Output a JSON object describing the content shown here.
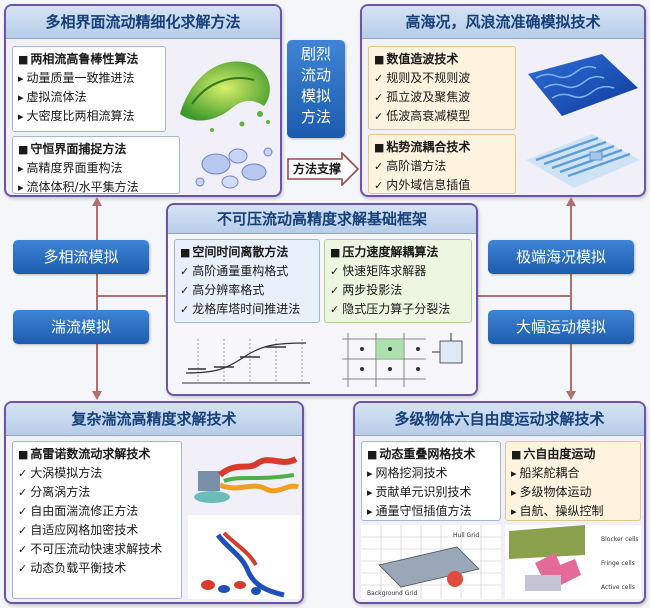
{
  "colors": {
    "panel_border": "#6d54a8",
    "title_text": "#15407a",
    "pill_blue": "#1c5cae",
    "connector": "#b07070"
  },
  "top_left": {
    "title": "多相界面流动精细化求解方法",
    "box1": {
      "heading": "两相流高鲁棒性算法",
      "items": [
        "动量质量一致推进法",
        "虚拟流体法",
        "大密度比两相流算法"
      ]
    },
    "box2": {
      "heading": "守恒界面捕捉方法",
      "items": [
        "高精度界面重构法",
        "流体体积/水平集方法"
      ]
    }
  },
  "top_right": {
    "title": "高海况，风浪流准确模拟技术",
    "box1": {
      "heading": "数值造波技术",
      "items": [
        "规则及不规则波",
        "孤立波及聚焦波",
        "低波高衰减模型"
      ]
    },
    "box2": {
      "heading": "粘势流耦合技术",
      "items": [
        "高阶谱方法",
        "内外域信息插值"
      ]
    }
  },
  "middle": {
    "violent_flow": "剧烈流动模拟方法",
    "method_support": "方法支撑",
    "framework_title": "不可压流动高精度求解基础框架",
    "left_box": {
      "heading": "空间时间离散方法",
      "items": [
        "高阶通量重构格式",
        "高分辨率格式",
        "龙格库塔时间推进法"
      ]
    },
    "right_box": {
      "heading": "压力速度解耦算法",
      "items": [
        "快速矩阵求解器",
        "两步投影法",
        "隐式压力算子分裂法"
      ]
    }
  },
  "pills": {
    "multiphase": "多相流模拟",
    "turbulence": "湍流模拟",
    "extreme_sea": "极端海况模拟",
    "large_motion": "大幅运动模拟"
  },
  "bottom_left": {
    "title": "复杂湍流高精度求解技术",
    "box": {
      "heading": "高雷诺数流动求解技术",
      "items": [
        "大涡模拟方法",
        "分离涡方法",
        "自由面湍流修正方法",
        "自适应网格加密技术",
        "不可压流动快速求解技术",
        "动态负载平衡技术"
      ]
    }
  },
  "bottom_right": {
    "title": "多级物体六自由度运动求解技术",
    "box1": {
      "heading": "动态重叠网格技术",
      "items": [
        "网格挖洞技术",
        "贡献单元识别技术",
        "通量守恒插值方法"
      ]
    },
    "box2": {
      "heading": "六自由度运动",
      "items": [
        "船桨舵耦合",
        "多级物体运动",
        "自航、操纵控制"
      ]
    },
    "image_labels": {
      "body_grid": "Hull Grid",
      "bg_grid": "Background Grid",
      "blocker_cells": "Blocker cells",
      "fringe_cells": "Fringe cells",
      "active_cells": "Active cells"
    }
  }
}
